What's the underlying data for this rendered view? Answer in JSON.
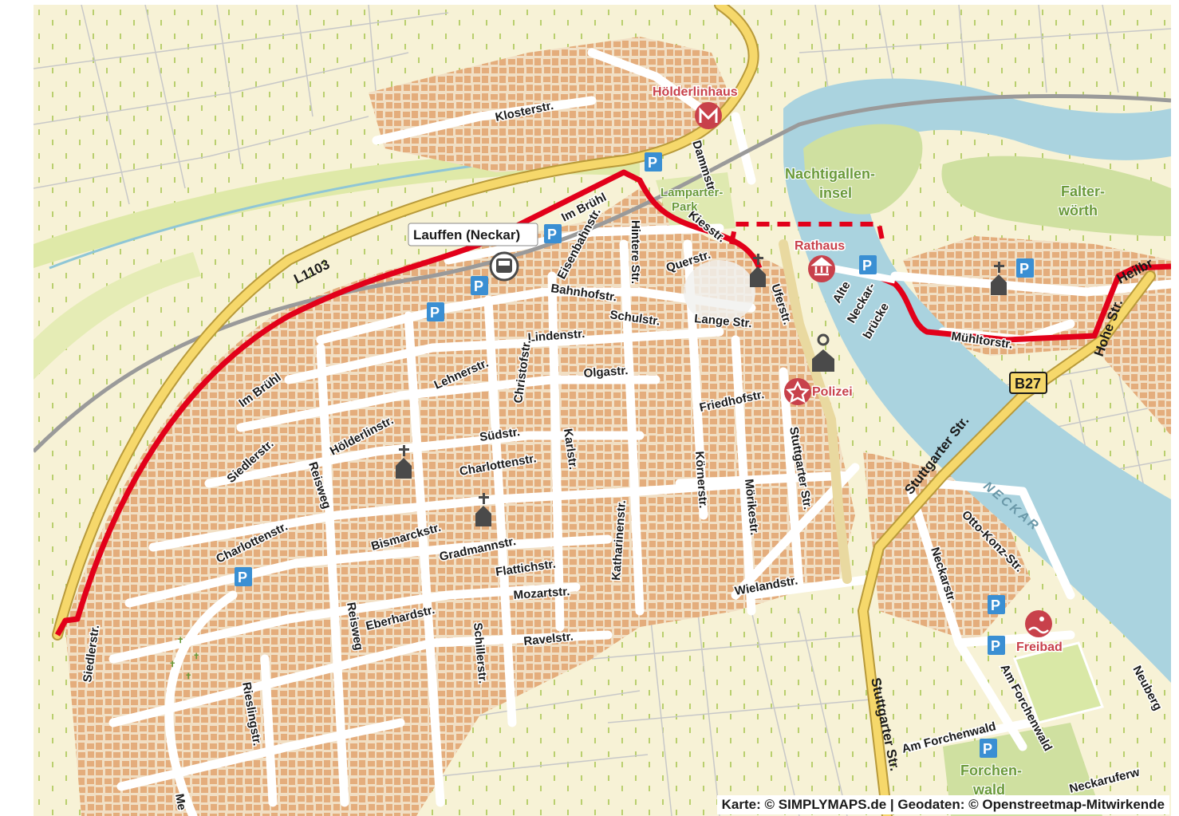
{
  "map": {
    "streets": {
      "kloster": "Klosterstr.",
      "imbruehl_n": "Im Brühl",
      "imbruehl_s": "Im Brühl",
      "l1103": "L1103",
      "eisenbahn": "Eisenbahnstr.",
      "hintere": "Hintere Str.",
      "dammstr": "Dammstr.",
      "kiesstr": "Kiesstr.",
      "querstr": "Querstr.",
      "bahnhof": "Bahnhofstr.",
      "schul": "Schulstr.",
      "lange": "Lange Str.",
      "ufer": "Uferstr.",
      "linden": "Lindenstr.",
      "olga": "Olgastr.",
      "lehner": "Lehnerstr.",
      "christof": "Christofstr.",
      "sued": "Südstr.",
      "hoelderlin": "Hölderlinstr.",
      "siedler_n": "Siedlerstr.",
      "charlotten_e": "Charlottenstr.",
      "karl": "Karlstr.",
      "reisweg_n": "Reisweg",
      "bismarck": "Bismarckstr.",
      "gradmann": "Gradmannstr.",
      "charlotten_w": "Charlottenstr.",
      "flattich": "Flattichstr.",
      "katharinen": "Katharinenstr.",
      "mozart": "Mozartstr.",
      "eberhard": "Eberhardstr.",
      "reisweg_s": "Reisweg",
      "ravel": "Ravelstr.",
      "schiller": "Schillerstr.",
      "siedler_s": "Siedlerstr.",
      "riesling": "Rieslingstr.",
      "friedhof": "Friedhofstr.",
      "koerner": "Körnerstr.",
      "moerike": "Mörikestr.",
      "stuttgarter_n": "Stuttgarter Str.",
      "wieland": "Wielandstr.",
      "stuttgarter_e": "Stuttgarter Str.",
      "stuttgarter_s": "Stuttgarter Str.",
      "muehltor": "Mühltorstr.",
      "hohe": "Hohe Str.",
      "heilbr": "Heilbr",
      "ottokonz": "Otto-Konz-Str.",
      "neckar_str": "Neckarstr.",
      "amforchenwald_a": "Am Forchenwald",
      "amforchenwald_b": "Am Forchenwald",
      "neuberg": "Neuberg",
      "neckarufer": "Neckaruferw",
      "me": "Me"
    },
    "poi": {
      "hoelderlinhaus": "Hölderlinhaus",
      "lamparter_1": "Lamparter-",
      "lamparter_2": "Park",
      "nachtigallen_1": "Nachtigallen-",
      "nachtigallen_2": "insel",
      "falter_1": "Falter-",
      "falter_2": "wörth",
      "rathaus": "Rathaus",
      "polizei": "Polizei",
      "alte_1": "Alte",
      "alte_2": "Neckar-",
      "alte_3": "brücke",
      "freibad": "Freibad",
      "forchen_1": "Forchen-",
      "forchen_2": "wald",
      "river": "NECKAR",
      "station": "Lauffen (Neckar)",
      "b27": "B27",
      "parking": "P"
    },
    "credits": "Karte: © SIMPLYMAPS.de | Geodaten: © Openstreetmap-Mitwirkende"
  },
  "colors": {
    "route": "#e2001a",
    "river": "#aad3df",
    "built": "#e8b88a",
    "background": "#f7f2d8",
    "main_road": "#f6d86b",
    "parking": "#3a8fd3"
  }
}
